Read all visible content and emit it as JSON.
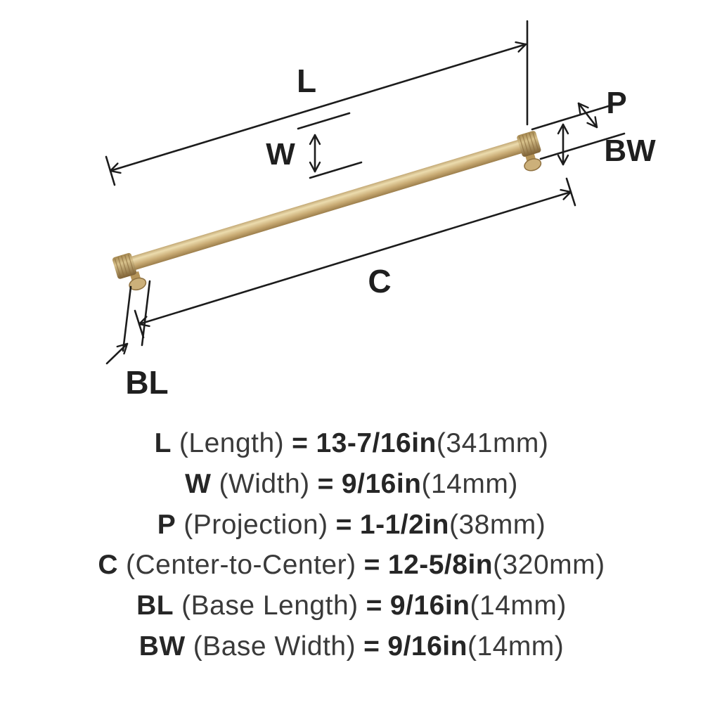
{
  "diagram": {
    "dim_labels": {
      "length": "L",
      "width": "W",
      "projection": "P",
      "center": "C",
      "base_length": "BL",
      "base_width": "BW"
    },
    "colors": {
      "line": "#1c1c1c",
      "label_text": "#1f1f1f",
      "handle_top_edge": "#b3955f",
      "handle_highlight": "#ecdcae",
      "handle_main": "#c9ab74",
      "handle_shadow": "#8f713f",
      "cap_top": "#a4874f",
      "cap_highlight": "#d8c28c",
      "cap_shadow": "#7d6136",
      "post_neck": "#b59459",
      "foot_fill": "#ccb07a",
      "foot_stroke": "#8f7140"
    }
  },
  "specs": [
    {
      "code": "L",
      "name": "(Length)",
      "eq": "=",
      "value": "13-7/16in",
      "metric": "(341mm)"
    },
    {
      "code": "W",
      "name": "(Width)",
      "eq": "=",
      "value": "9/16in",
      "metric": "(14mm)"
    },
    {
      "code": "P",
      "name": "(Projection)",
      "eq": "=",
      "value": "1-1/2in",
      "metric": "(38mm)"
    },
    {
      "code": "C",
      "name": "(Center-to-Center)",
      "eq": "=",
      "value": "12-5/8in",
      "metric": "(320mm)"
    },
    {
      "code": "BL",
      "name": "(Base Length)",
      "eq": "=",
      "value": "9/16in",
      "metric": "(14mm)"
    },
    {
      "code": "BW",
      "name": "(Base Width)",
      "eq": "=",
      "value": "9/16in",
      "metric": "(14mm)"
    }
  ]
}
